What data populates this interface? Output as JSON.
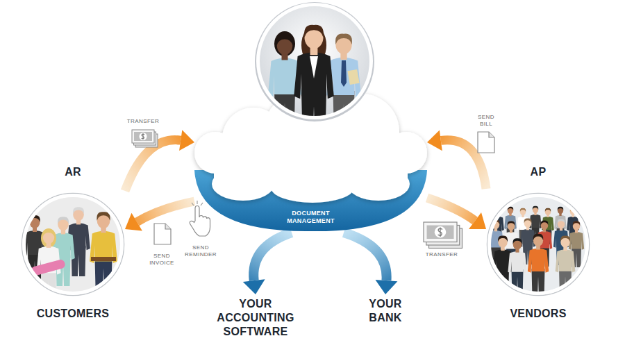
{
  "diagram": {
    "nodes": [
      {
        "text": [
          "DOCUMENT MANAGEMENT"
        ]
      },
      {
        "text": [
          "AR",
          "CUSTOMERS"
        ]
      },
      {
        "text": [
          "AP",
          "VENDORS"
        ]
      },
      {
        "text": [
          "YOUR ACCOUNTING SOFTWARE"
        ]
      },
      {
        "text": [
          "YOUR BANK"
        ]
      }
    ],
    "edges": [
      {
        "from": 1,
        "to": 0,
        "label": "TRANSFER",
        "arrow": "to"
      },
      {
        "from": 0,
        "to": 1,
        "label": "SEND INVOICE",
        "arrow": "to"
      },
      {
        "from": 2,
        "to": 0,
        "label": "SEND BILL",
        "arrow": "to"
      },
      {
        "from": 0,
        "to": 2,
        "label": "TRANSFER",
        "arrow": "to"
      },
      {
        "from": 0,
        "to": 3,
        "arrow": "to"
      },
      {
        "from": 0,
        "to": 4,
        "arrow": "to"
      }
    ],
    "labels": [
      "SEND REMINDER"
    ]
  }
}
